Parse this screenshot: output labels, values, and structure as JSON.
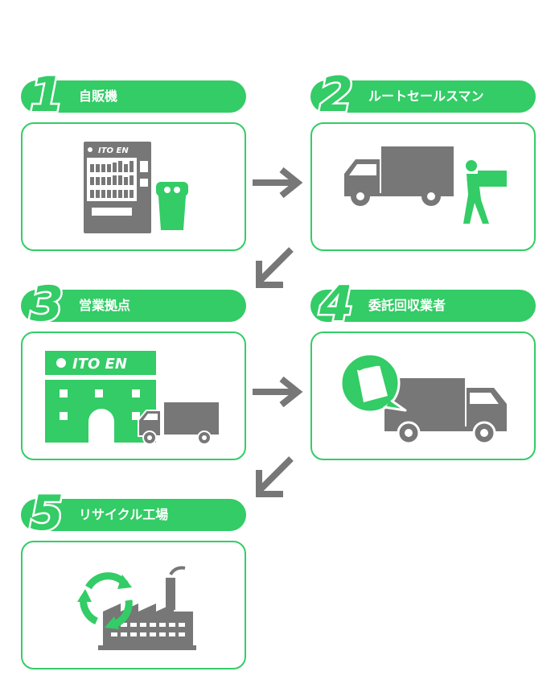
{
  "colors": {
    "accent": "#33cc66",
    "gray": "#777777",
    "white": "#ffffff"
  },
  "steps": [
    {
      "number": "1",
      "label": "自販機",
      "icon": "vending-machine-icon"
    },
    {
      "number": "2",
      "label": "ルートセールスマン",
      "icon": "truck-and-carrier-icon"
    },
    {
      "number": "3",
      "label": "営業拠点",
      "icon": "office-building-icon"
    },
    {
      "number": "4",
      "label": "委託回収業者",
      "icon": "collection-truck-icon"
    },
    {
      "number": "5",
      "label": "リサイクル工場",
      "icon": "recycling-factory-icon"
    }
  ],
  "brand": {
    "logo_text": "ITO EN"
  },
  "edges": [
    {
      "from": "1",
      "to": "2"
    },
    {
      "from": "2",
      "to": "3"
    },
    {
      "from": "3",
      "to": "4"
    },
    {
      "from": "4",
      "to": "5"
    }
  ]
}
